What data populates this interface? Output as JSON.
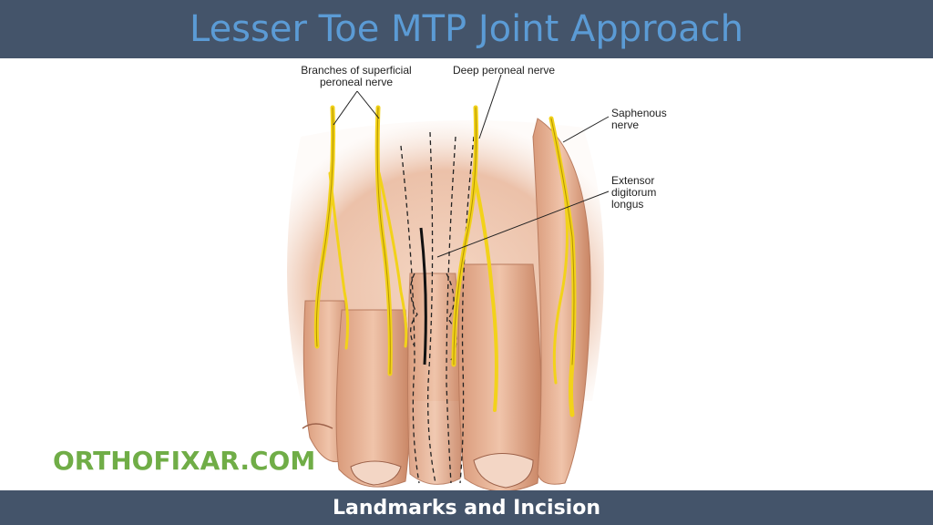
{
  "title": "Lesser Toe MTP Joint Approach",
  "subtitle": "Landmarks and Incision",
  "watermark": "ORTHOFIXAR.COM",
  "labels": {
    "superficial_line1": "Branches of superficial",
    "superficial_line2": "peroneal nerve",
    "deep_peroneal": "Deep peroneal nerve",
    "saphenous_line1": "Saphenous",
    "saphenous_line2": "nerve",
    "extensor_line1": "Extensor",
    "extensor_line2": "digitorum",
    "extensor_line3": "longus"
  },
  "colors": {
    "header_bg": "#44546a",
    "title_color": "#5b9bd5",
    "watermark_color": "#70ad47",
    "nerve_color": "#f2d21a",
    "skin_color": "#e8b79a"
  }
}
